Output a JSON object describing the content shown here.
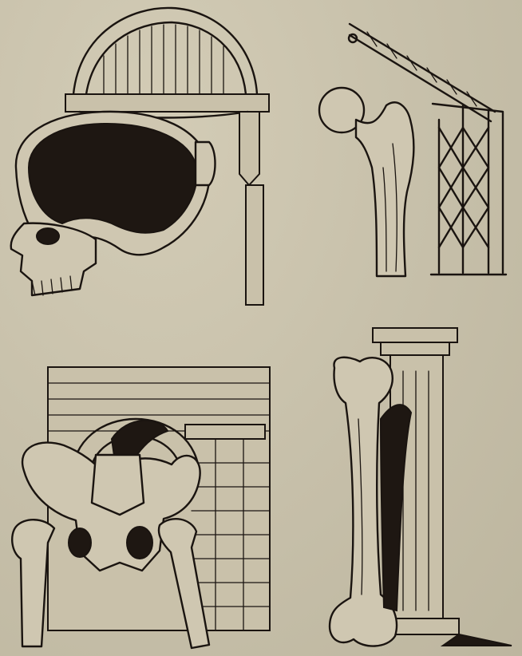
{
  "illustration": {
    "panels": [
      {
        "subject": "skull",
        "analogy": "dome-arch"
      },
      {
        "subject": "femur-head",
        "analogy": "crane"
      },
      {
        "subject": "pelvis",
        "analogy": "masonry-arch"
      },
      {
        "subject": "long-bone",
        "analogy": "column"
      }
    ],
    "colors": {
      "paper": "#c9c2ac",
      "ink": "#1a1410",
      "bone": "#cfc7b1"
    }
  }
}
